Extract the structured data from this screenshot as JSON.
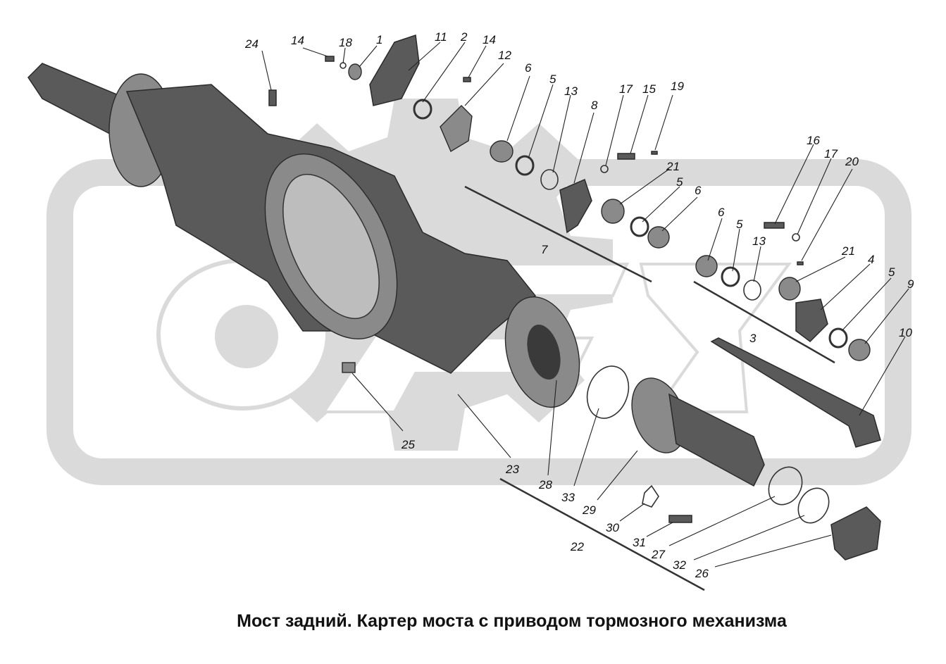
{
  "caption": "Мост задний. Картер моста с приводом тормозного механизма",
  "colors": {
    "watermark": "#d4d4d4",
    "part_dark": "#5a5a5a",
    "part_light": "#8a8a8a"
  },
  "callouts": [
    {
      "id": "c24",
      "label": "24"
    },
    {
      "id": "c14a",
      "label": "14"
    },
    {
      "id": "c18",
      "label": "18"
    },
    {
      "id": "c1",
      "label": "1"
    },
    {
      "id": "c11",
      "label": "11"
    },
    {
      "id": "c2",
      "label": "2"
    },
    {
      "id": "c14b",
      "label": "14"
    },
    {
      "id": "c12",
      "label": "12"
    },
    {
      "id": "c6a",
      "label": "6"
    },
    {
      "id": "c5a",
      "label": "5"
    },
    {
      "id": "c13a",
      "label": "13"
    },
    {
      "id": "c8",
      "label": "8"
    },
    {
      "id": "c17a",
      "label": "17"
    },
    {
      "id": "c15",
      "label": "15"
    },
    {
      "id": "c19",
      "label": "19"
    },
    {
      "id": "c21a",
      "label": "21"
    },
    {
      "id": "c5b",
      "label": "5"
    },
    {
      "id": "c6b",
      "label": "6"
    },
    {
      "id": "c16",
      "label": "16"
    },
    {
      "id": "c17b",
      "label": "17"
    },
    {
      "id": "c20",
      "label": "20"
    },
    {
      "id": "c6c",
      "label": "6"
    },
    {
      "id": "c5c",
      "label": "5"
    },
    {
      "id": "c13b",
      "label": "13"
    },
    {
      "id": "c21b",
      "label": "21"
    },
    {
      "id": "c4",
      "label": "4"
    },
    {
      "id": "c5d",
      "label": "5"
    },
    {
      "id": "c9",
      "label": "9"
    },
    {
      "id": "c7",
      "label": "7"
    },
    {
      "id": "c3",
      "label": "3"
    },
    {
      "id": "c10",
      "label": "10"
    },
    {
      "id": "c25",
      "label": "25"
    },
    {
      "id": "c23",
      "label": "23"
    },
    {
      "id": "c28",
      "label": "28"
    },
    {
      "id": "c33",
      "label": "33"
    },
    {
      "id": "c29",
      "label": "29"
    },
    {
      "id": "c30",
      "label": "30"
    },
    {
      "id": "c31",
      "label": "31"
    },
    {
      "id": "c22",
      "label": "22"
    },
    {
      "id": "c27",
      "label": "27"
    },
    {
      "id": "c32",
      "label": "32"
    },
    {
      "id": "c26",
      "label": "26"
    }
  ]
}
